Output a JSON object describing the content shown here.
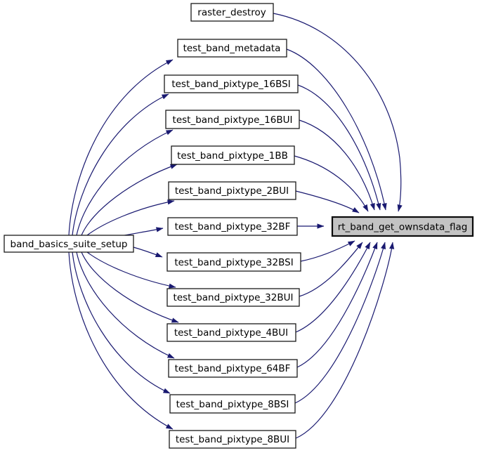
{
  "diagram": {
    "type": "call-graph",
    "caller": {
      "label": "band_basics_suite_setup"
    },
    "target": {
      "label": "rt_band_get_ownsdata_flag",
      "highlighted": true
    },
    "called_functions": [
      "raster_destroy",
      "test_band_metadata",
      "test_band_pixtype_16BSI",
      "test_band_pixtype_16BUI",
      "test_band_pixtype_1BB",
      "test_band_pixtype_2BUI",
      "test_band_pixtype_32BF",
      "test_band_pixtype_32BSI",
      "test_band_pixtype_32BUI",
      "test_band_pixtype_4BUI",
      "test_band_pixtype_64BF",
      "test_band_pixtype_8BSI",
      "test_band_pixtype_8BUI"
    ],
    "edges": [
      {
        "from": "band_basics_suite_setup",
        "to": "test_band_metadata"
      },
      {
        "from": "band_basics_suite_setup",
        "to": "test_band_pixtype_16BSI"
      },
      {
        "from": "band_basics_suite_setup",
        "to": "test_band_pixtype_16BUI"
      },
      {
        "from": "band_basics_suite_setup",
        "to": "test_band_pixtype_1BB"
      },
      {
        "from": "band_basics_suite_setup",
        "to": "test_band_pixtype_2BUI"
      },
      {
        "from": "band_basics_suite_setup",
        "to": "test_band_pixtype_32BF"
      },
      {
        "from": "band_basics_suite_setup",
        "to": "test_band_pixtype_32BSI"
      },
      {
        "from": "band_basics_suite_setup",
        "to": "test_band_pixtype_32BUI"
      },
      {
        "from": "band_basics_suite_setup",
        "to": "test_band_pixtype_4BUI"
      },
      {
        "from": "band_basics_suite_setup",
        "to": "test_band_pixtype_64BF"
      },
      {
        "from": "band_basics_suite_setup",
        "to": "test_band_pixtype_8BSI"
      },
      {
        "from": "band_basics_suite_setup",
        "to": "test_band_pixtype_8BUI"
      },
      {
        "from": "raster_destroy",
        "to": "rt_band_get_ownsdata_flag"
      },
      {
        "from": "test_band_metadata",
        "to": "rt_band_get_ownsdata_flag"
      },
      {
        "from": "test_band_pixtype_16BSI",
        "to": "rt_band_get_ownsdata_flag"
      },
      {
        "from": "test_band_pixtype_16BUI",
        "to": "rt_band_get_ownsdata_flag"
      },
      {
        "from": "test_band_pixtype_1BB",
        "to": "rt_band_get_ownsdata_flag"
      },
      {
        "from": "test_band_pixtype_2BUI",
        "to": "rt_band_get_ownsdata_flag"
      },
      {
        "from": "test_band_pixtype_32BF",
        "to": "rt_band_get_ownsdata_flag"
      },
      {
        "from": "test_band_pixtype_32BSI",
        "to": "rt_band_get_ownsdata_flag"
      },
      {
        "from": "test_band_pixtype_32BUI",
        "to": "rt_band_get_ownsdata_flag"
      },
      {
        "from": "test_band_pixtype_4BUI",
        "to": "rt_band_get_ownsdata_flag"
      },
      {
        "from": "test_band_pixtype_64BF",
        "to": "rt_band_get_ownsdata_flag"
      },
      {
        "from": "test_band_pixtype_8BSI",
        "to": "rt_band_get_ownsdata_flag"
      },
      {
        "from": "test_band_pixtype_8BUI",
        "to": "rt_band_get_ownsdata_flag"
      }
    ],
    "colors": {
      "background": "#ffffff",
      "edge": "#191970",
      "node_fill": "#ffffff",
      "node_border": "#1a1a1a",
      "highlight_fill": "#c3c3c3",
      "highlight_border": "#0a0a0a",
      "text": "#000000"
    }
  }
}
